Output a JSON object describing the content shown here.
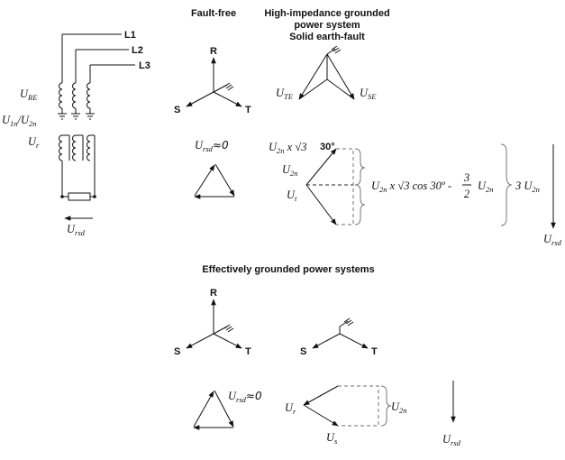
{
  "headings": {
    "fault_free": "Fault-free",
    "high_impedance_1": "High-impedance grounded",
    "high_impedance_2": "power system",
    "high_impedance_3": "Solid earth-fault",
    "effectively": "Effectively grounded power systems"
  },
  "circuit": {
    "line1": "L1",
    "line2": "L2",
    "line3": "L3",
    "u_re_main": "U",
    "u_re_sub": "RE",
    "ratio_a_main": "U",
    "ratio_a_sub": "1n",
    "ratio_sep": "/",
    "ratio_b_main": "U",
    "ratio_b_sub": "2n",
    "ur_main": "U",
    "ur_sub": "r",
    "ursd_main": "U",
    "ursd_sub": "rsd"
  },
  "phases": {
    "r": "R",
    "s": "S",
    "t": "T"
  },
  "top": {
    "ute_main": "U",
    "ute_sub": "TE",
    "use_main": "U",
    "use_sub": "SE",
    "ursd_main": "U",
    "ursd_sub": "rsd",
    "approx_zero": "≈0",
    "u2n_sqrt3_main": "U",
    "u2n_sqrt3_sub": "2n",
    "times_sqrt3": " x √3",
    "angle": "30°",
    "u2n_main": "U",
    "u2n_sub": "2n",
    "ut_main": "U",
    "ut_sub": "t",
    "formula_a_main": "U",
    "formula_a_sub": "2n",
    "formula_mid": " x √3 cos 30º -",
    "frac_num": "3",
    "frac_den": "2",
    "formula_b_main": "U",
    "formula_b_sub": "2n",
    "three_main": "3 U",
    "three_sub": "2n",
    "arrow_main": "U",
    "arrow_sub": "rsd"
  },
  "bottom": {
    "ursd_main": "U",
    "ursd_sub": "rsd",
    "approx_zero": "≈0",
    "ur_main": "U",
    "ur_sub": "r",
    "us_main": "U",
    "us_sub": "s",
    "u2n_main": "U",
    "u2n_sub": "2n",
    "arrow_main": "U",
    "arrow_sub": "rsd"
  }
}
